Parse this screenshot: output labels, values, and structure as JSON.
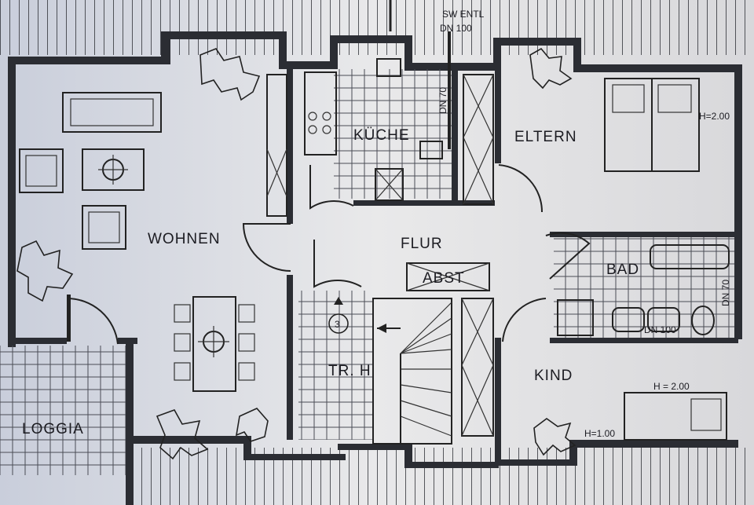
{
  "rooms": {
    "wohnen": "WOHNEN",
    "kueche": "KÜCHE",
    "eltern": "ELTERN",
    "flur": "FLUR",
    "bad": "BAD",
    "kind": "KIND",
    "treppenhaus": "TR. H",
    "loggia": "LOGGIA"
  },
  "annotations": {
    "sw_entl": "SW ENTL",
    "dn100_top": "DN 100",
    "dn70_kitchen": "DN 70",
    "abst": "ABST",
    "h200_eltern": "H=2.00",
    "dn70_bad": "DN 70",
    "dn100_bad": "DN 100",
    "h200_kind": "H = 2.00",
    "h100_kind": "H=1.00",
    "stair_number": "3"
  },
  "colors": {
    "background": "#cfd3dc",
    "wall": "#2b2d33",
    "ink": "#1c1c22"
  }
}
